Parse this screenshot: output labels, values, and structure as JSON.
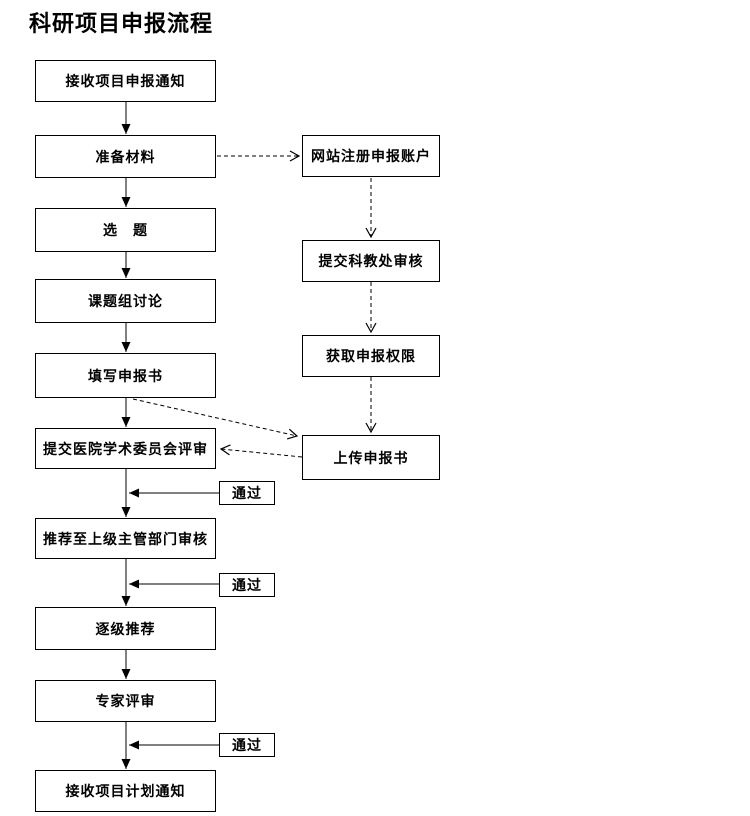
{
  "page": {
    "title": "科研项目申报流程"
  },
  "flowchart": {
    "main_steps": [
      {
        "label": "接收项目申报通知"
      },
      {
        "label": "准备材料"
      },
      {
        "label": "选　题"
      },
      {
        "label": "课题组讨论"
      },
      {
        "label": "填写申报书"
      },
      {
        "label": "提交医院学术委员会评审"
      },
      {
        "label": "推荐至上级主管部门审核"
      },
      {
        "label": "逐级推荐"
      },
      {
        "label": "专家评审"
      },
      {
        "label": "接收项目计划通知"
      }
    ],
    "online_steps": [
      {
        "label": "网站注册申报账户"
      },
      {
        "label": "提交科教处审核"
      },
      {
        "label": "获取申报权限"
      },
      {
        "label": "上传申报书"
      }
    ],
    "pass_labels": [
      "通过",
      "通过",
      "通过"
    ]
  },
  "colors": {
    "background": "#ffffff",
    "text": "#000000",
    "box_border": "#000000",
    "connector": "#000000"
  }
}
